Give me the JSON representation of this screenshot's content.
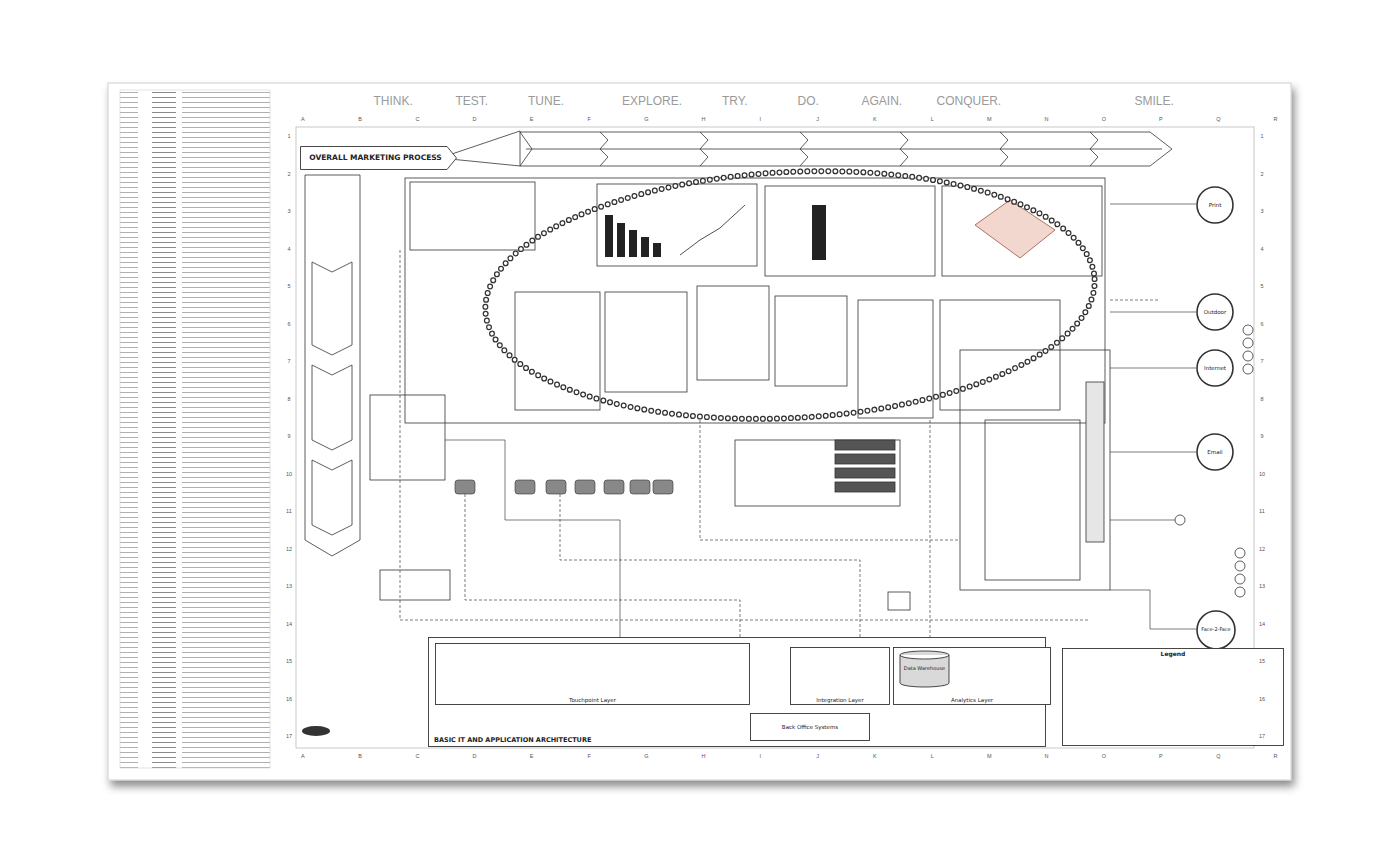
{
  "diagram": {
    "nodes": [
      {
        "text": [
          "OVERALL MARKETING PROCESS"
        ]
      },
      {
        "text": [
          "Print"
        ]
      },
      {
        "text": [
          "Outdoor"
        ]
      },
      {
        "text": [
          "Internet"
        ]
      },
      {
        "text": [
          "Email"
        ]
      },
      {
        "text": [
          "Face-2-Face"
        ]
      },
      {
        "text": [
          "BASIC IT AND APPLICATION ARCHITECTURE"
        ]
      },
      {
        "text": [
          "Touchpoint Layer"
        ],
        "in": 6
      },
      {
        "text": [
          "Integration Layer"
        ],
        "in": 6
      },
      {
        "text": [
          "Analytics Layer"
        ],
        "in": 6
      },
      {
        "text": [
          "Data Warehouse"
        ],
        "in": 9
      },
      {
        "text": [
          "Back Office Systems"
        ],
        "in": 6
      },
      {
        "text": [
          "Legend"
        ]
      }
    ],
    "edges": [
      {
        "from": 7,
        "to": 8,
        "arrow": "none"
      },
      {
        "from": 8,
        "to": 9,
        "arrow": "none"
      },
      {
        "from": 8,
        "to": 11,
        "arrow": "none"
      }
    ],
    "labels": [
      "THINK.",
      "TEST.",
      "TUNE.",
      "EXPLORE.",
      "TRY.",
      "DO.",
      "AGAIN.",
      "CONQUER.",
      "SMILE.",
      "A",
      "B",
      "C",
      "D",
      "E",
      "F",
      "G",
      "H",
      "I",
      "J",
      "K",
      "L",
      "M",
      "N",
      "O",
      "P",
      "Q",
      "R",
      "A",
      "B",
      "C",
      "D",
      "E",
      "F",
      "G",
      "H",
      "I",
      "J",
      "K",
      "L",
      "M",
      "N",
      "O",
      "P",
      "Q",
      "R",
      "1",
      "2",
      "3",
      "4",
      "5",
      "6",
      "7",
      "8",
      "9",
      "10",
      "11",
      "12",
      "13",
      "14",
      "15",
      "16",
      "17",
      "1",
      "2",
      "3",
      "4",
      "5",
      "6",
      "7",
      "8",
      "9",
      "10",
      "11",
      "12",
      "13",
      "14",
      "15",
      "16",
      "17"
    ]
  }
}
